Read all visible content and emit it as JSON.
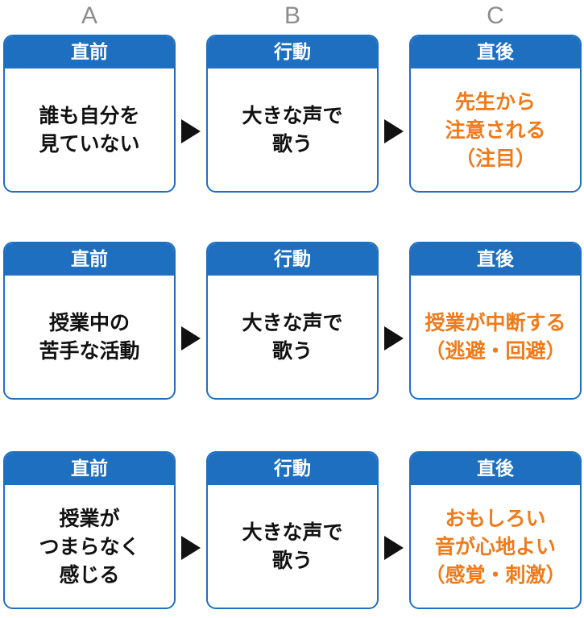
{
  "columns": [
    "A",
    "B",
    "C"
  ],
  "rows": [
    {
      "before": {
        "header": "直前",
        "text": "誰も自分を\n見ていない"
      },
      "behavior": {
        "header": "行動",
        "text": "大きな声で\n歌う"
      },
      "after": {
        "header": "直後",
        "text": "先生から\n注意される\n（注目）"
      }
    },
    {
      "before": {
        "header": "直前",
        "text": "授業中の\n苦手な活動"
      },
      "behavior": {
        "header": "行動",
        "text": "大きな声で\n歌う"
      },
      "after": {
        "header": "直後",
        "text": "授業が中断する\n（逃避・回避）"
      }
    },
    {
      "before": {
        "header": "直前",
        "text": "授業が\nつまらなく\n感じる"
      },
      "behavior": {
        "header": "行動",
        "text": "大きな声で\n歌う"
      },
      "after": {
        "header": "直後",
        "text": "おもしろい\n音が心地よい\n（感覚・刺激）"
      }
    }
  ],
  "colors": {
    "header_blue": "#1f6fc1",
    "accent_orange": "#f07a1a",
    "arrow": "#111111"
  },
  "icons": {
    "connector": "right-triangle-arrow-icon"
  }
}
